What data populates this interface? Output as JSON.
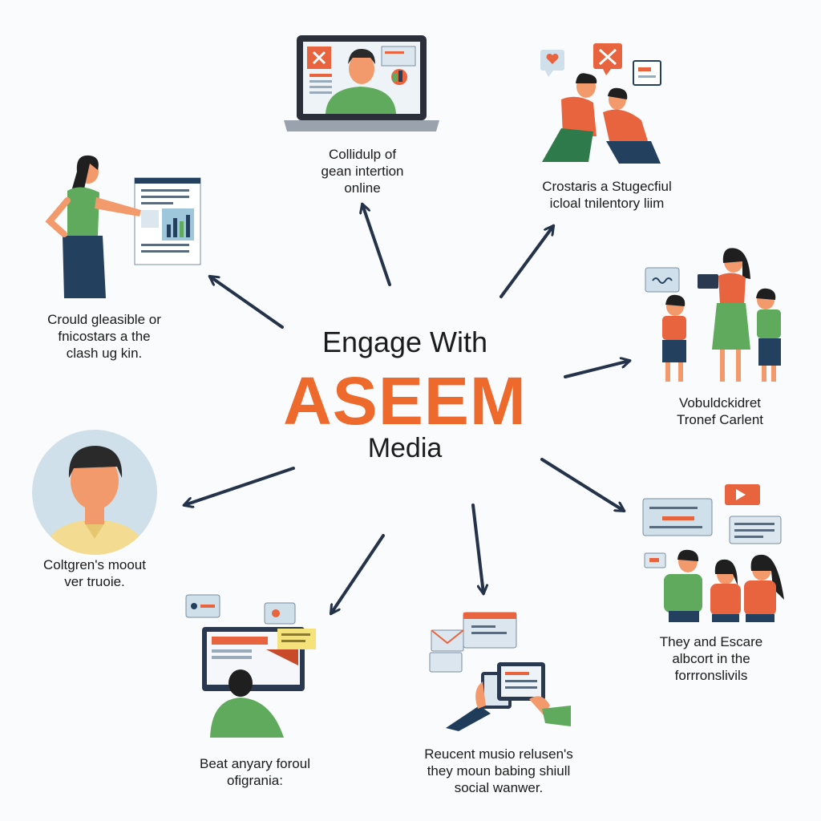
{
  "center": {
    "line1": "Engage With",
    "brand": "ASEEM",
    "line3": "Media"
  },
  "nodes": [
    {
      "id": "top",
      "caption": [
        "Collidulp of",
        "gean intertion",
        "online"
      ]
    },
    {
      "id": "top-right",
      "caption": [
        "Crostaris a Stugecfiul",
        "icloal tnilentory liim"
      ]
    },
    {
      "id": "right",
      "caption": [
        "Vobuldckidret",
        "Tronef Carlent"
      ]
    },
    {
      "id": "lower-right",
      "caption": [
        "They and Escare",
        "albcort in the",
        "forrronslivils"
      ]
    },
    {
      "id": "bottom",
      "caption": [
        "Reucent musio relusen's",
        "they moun babing shiull",
        "social wanwer."
      ]
    },
    {
      "id": "bottom-left",
      "caption": [
        "Beat anyary foroul",
        "ofigrania:"
      ]
    },
    {
      "id": "left",
      "caption": [
        "Coltgren's moout",
        "ver truoie."
      ]
    },
    {
      "id": "upper-left",
      "caption": [
        "Crould gleasible or",
        "fnicostars a the",
        "clash ug kin."
      ]
    }
  ],
  "colors": {
    "brand": "#ee6a2c",
    "arrow": "#24324a",
    "green": "#5faa5c",
    "orange": "#e8643e",
    "navy": "#23405f",
    "skin": "#f29a6b",
    "screen": "#dbe6ef"
  },
  "icons": [
    "laptop-video-call-icon",
    "people-chatting-icon",
    "family-group-icon",
    "group-chat-icon",
    "tablet-hands-icon",
    "monitor-user-icon",
    "profile-avatar-icon",
    "presenter-icon"
  ]
}
